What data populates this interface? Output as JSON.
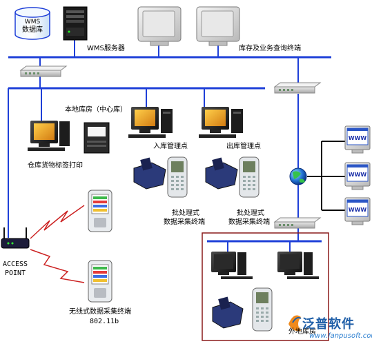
{
  "db": {
    "line1": "WMS",
    "line2": "数据库"
  },
  "labels": {
    "wms_server": "WMS服务器",
    "query_terminal": "库存及业务查询终端",
    "local_warehouse": "本地库房（中心库）",
    "inbound_point": "入库管理点",
    "outbound_point": "出库管理点",
    "label_print": "仓库货物标签打印",
    "batch_terminal_1_line1": "批处理式",
    "batch_terminal_1_line2": "数据采集终端",
    "batch_terminal_2_line1": "批处理式",
    "batch_terminal_2_line2": "数据采集终端",
    "access_point_line1": "ACCESS",
    "access_point_line2": "POINT",
    "wireless_line1": "无线式数据采集终端",
    "wireless_line2": "802.11b",
    "remote_warehouse": "外地库房"
  },
  "www": [
    "WWW",
    "WWW",
    "WWW"
  ],
  "brand": {
    "name": "泛普软件",
    "url": "www.fanpusoft.com"
  },
  "colors": {
    "network": "#1e3fd8",
    "remote_frame": "#8a1a1a",
    "wireless": "#cc2222",
    "brand": "#1f5fa8"
  }
}
